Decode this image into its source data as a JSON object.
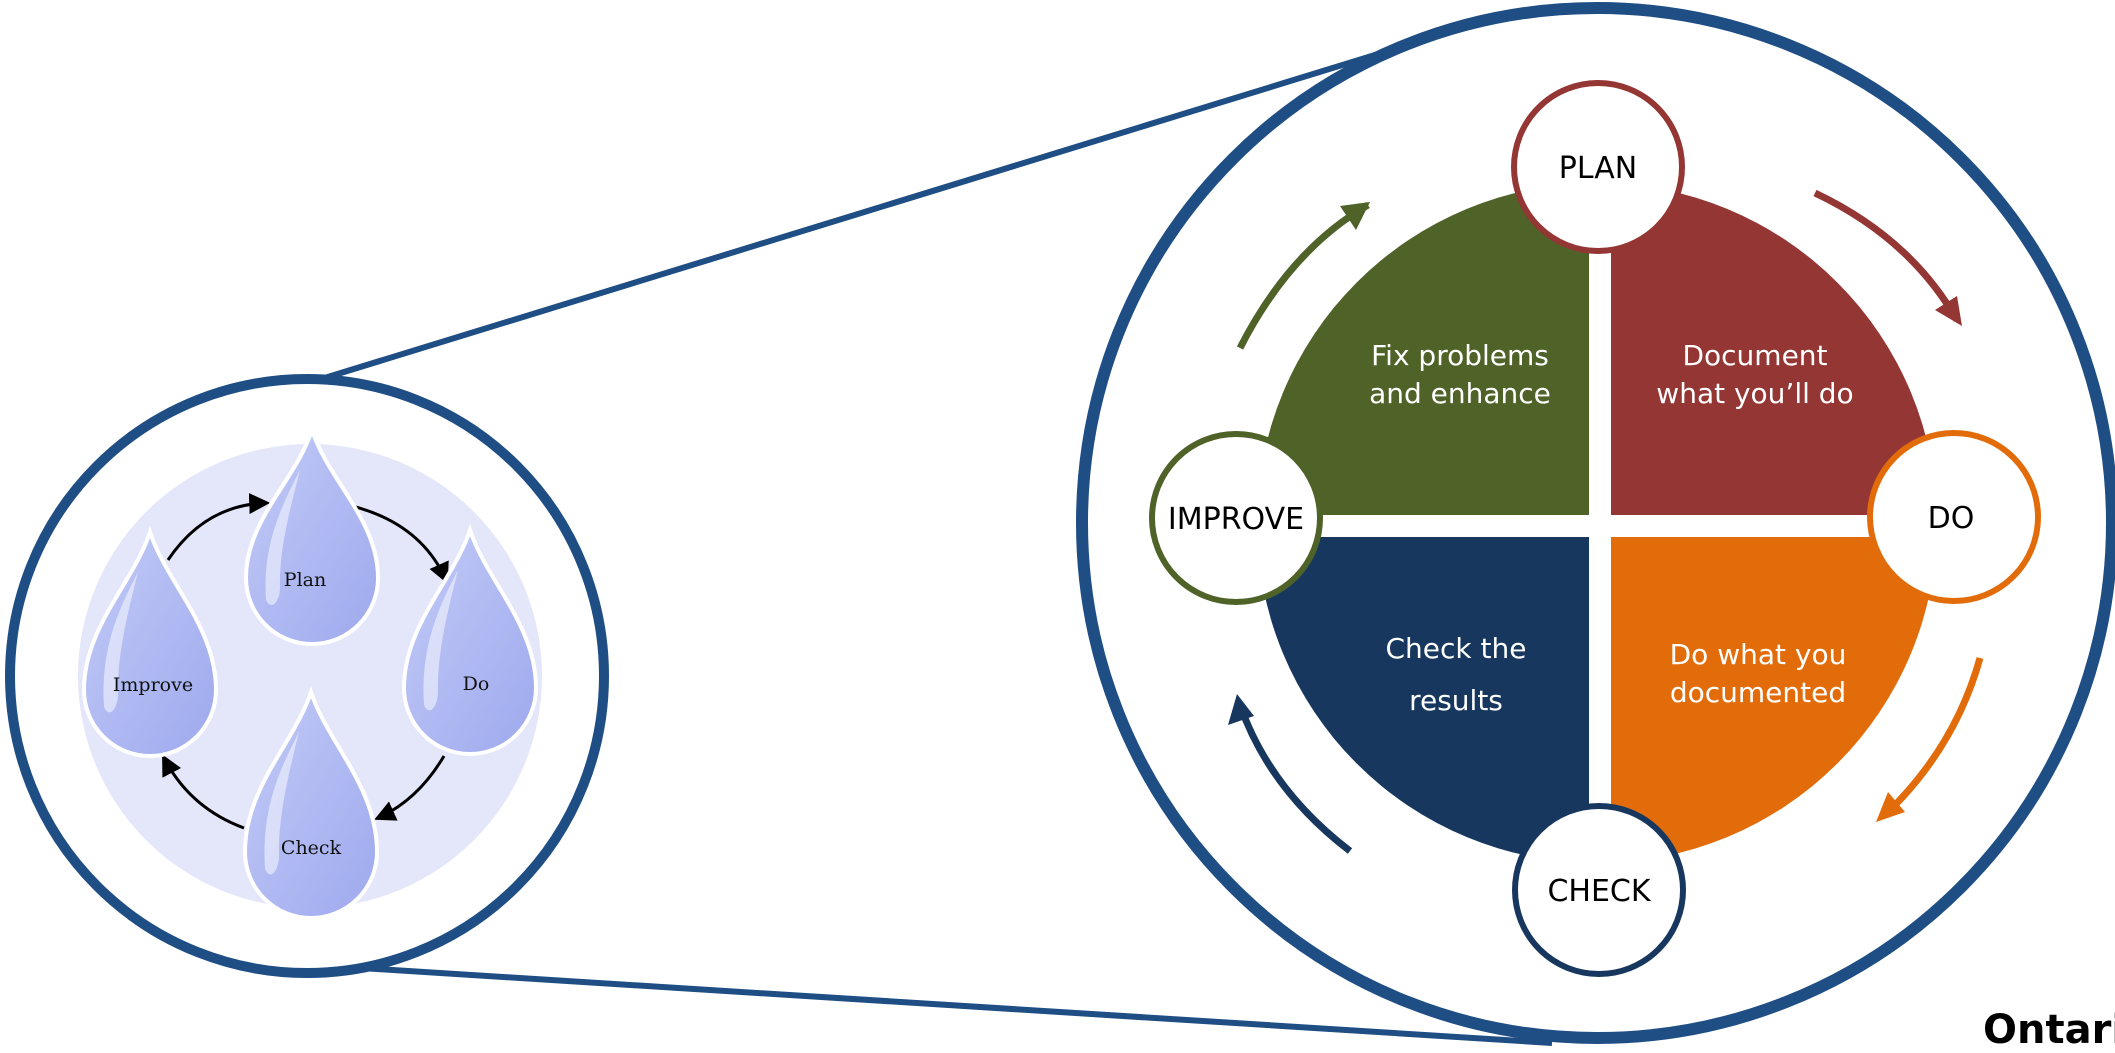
{
  "small_cycle": {
    "drops": {
      "plan": "Plan",
      "do": "Do",
      "check": "Check",
      "improve": "Improve"
    }
  },
  "big_cycle": {
    "nodes": {
      "plan": "PLAN",
      "do": "DO",
      "check": "CHECK",
      "improve": "IMPROVE"
    },
    "quadrants": {
      "improve_line1": "Fix problems",
      "improve_line2": "and enhance",
      "plan_line1": "Document",
      "plan_line2": "what you’ll do",
      "check_line1": "Check the",
      "check_line2": "results",
      "do_line1": "Do what you",
      "do_line2": "documented"
    }
  },
  "footer": {
    "logo_text": "Ontario"
  },
  "colors": {
    "frame_blue": "#1f4e85",
    "plan_red": "#943634",
    "do_orange": "#e36c0a",
    "check_navy": "#17375e",
    "improve_green": "#4f6228",
    "drop_fill": "#aab4f0",
    "drop_bg": "#e4e6fa"
  }
}
